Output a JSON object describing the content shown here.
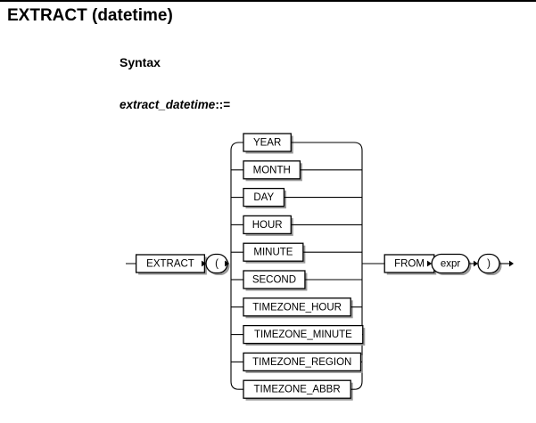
{
  "page": {
    "title": "EXTRACT (datetime)",
    "syntax_heading": "Syntax",
    "production_name": "extract_datetime",
    "production_assign": "::="
  },
  "diagram": {
    "type": "railroad-syntax-diagram",
    "entry_keyword": "EXTRACT",
    "open_paren": "(",
    "from_keyword": "FROM",
    "expr_token": "expr",
    "close_paren": ")",
    "alternatives": [
      {
        "label": "YEAR"
      },
      {
        "label": "MONTH"
      },
      {
        "label": "DAY"
      },
      {
        "label": "HOUR"
      },
      {
        "label": "MINUTE"
      },
      {
        "label": "SECOND"
      },
      {
        "label": "TIMEZONE_HOUR"
      },
      {
        "label": "TIMEZONE_MINUTE"
      },
      {
        "label": "TIMEZONE_REGION"
      },
      {
        "label": "TIMEZONE_ABBR"
      }
    ]
  },
  "colors": {
    "background": "#ffffff",
    "ink": "#000000",
    "shadow": "#9a9a9a"
  }
}
